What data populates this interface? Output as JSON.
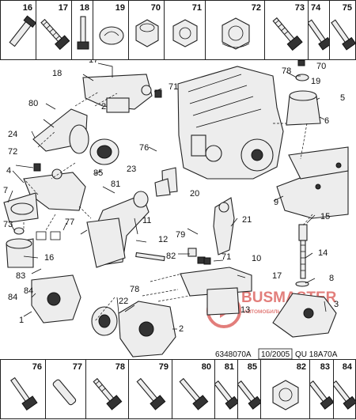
{
  "top_strip": {
    "cells": [
      {
        "number": "16",
        "icon": "bolt-icon"
      },
      {
        "number": "17",
        "icon": "bolt-icon"
      },
      {
        "number": "18",
        "icon": "bolt-icon"
      },
      {
        "number": "19",
        "icon": "washer-icon"
      },
      {
        "number": "70",
        "icon": "nut-icon"
      },
      {
        "number": "71",
        "icon": "nut-icon"
      },
      {
        "number": "72",
        "icon": "nut-icon"
      },
      {
        "number": "73",
        "icon": "bolt-icon"
      },
      {
        "number": "74",
        "icon": "bolt-icon"
      },
      {
        "number": "75",
        "icon": "bolt-icon"
      }
    ]
  },
  "bottom_strip": {
    "cells": [
      {
        "number": "76",
        "icon": "bolt-icon"
      },
      {
        "number": "77",
        "icon": "pin-icon"
      },
      {
        "number": "78",
        "icon": "bolt-icon"
      },
      {
        "number": "79",
        "icon": "bolt-icon"
      },
      {
        "number": "80",
        "icon": "bolt-icon"
      },
      {
        "number": "81",
        "icon": "bolt-icon"
      },
      {
        "number": "85",
        "icon": "bolt-icon"
      },
      {
        "number": "82",
        "icon": "nut-icon"
      },
      {
        "number": "83",
        "icon": "bolt-icon"
      },
      {
        "number": "84",
        "icon": "bolt-icon"
      }
    ]
  },
  "diagram": {
    "callouts": [
      "17",
      "18",
      "71",
      "80",
      "24",
      "72",
      "4",
      "7",
      "73",
      "16",
      "83",
      "84",
      "1",
      "5",
      "70",
      "78",
      "19",
      "6",
      "9",
      "15",
      "14",
      "8",
      "3",
      "2",
      "22",
      "78",
      "13",
      "10",
      "17",
      "71",
      "79",
      "82",
      "12",
      "21",
      "11",
      "81",
      "77",
      "85",
      "76",
      "23",
      "20",
      "84",
      "2"
    ],
    "reference": {
      "code": "6348070A",
      "date": "10/2005",
      "drawing": "QU 18A70A"
    },
    "watermark": {
      "brand": "BUSMASTER",
      "tagline": "АВТОМОБИЛЬНЫЕ ЗАПЧАСТИ"
    }
  }
}
